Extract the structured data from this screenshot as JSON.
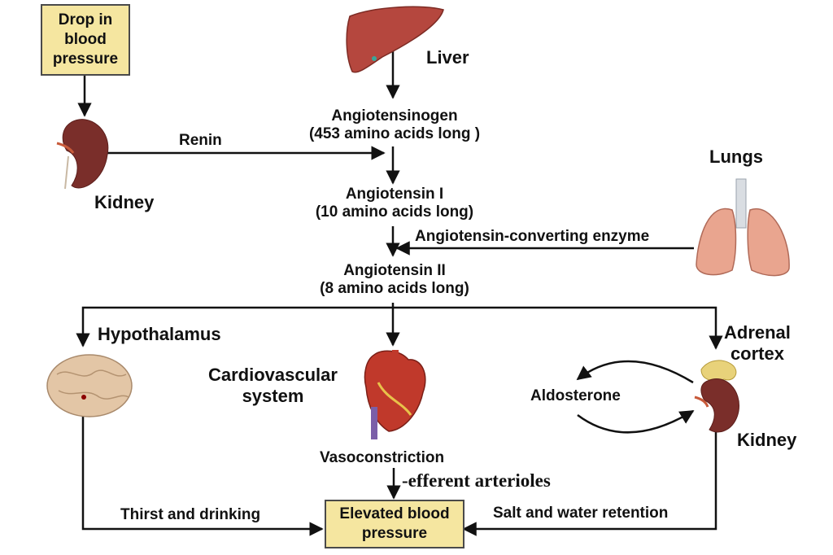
{
  "boxes": {
    "drop": [
      "Drop in",
      "blood",
      "pressure"
    ],
    "elevated": [
      "Elevated blood",
      "pressure"
    ]
  },
  "organs": {
    "liver": "Liver",
    "kidney_top": "Kidney",
    "lungs": "Lungs",
    "hypothalamus": "Hypothalamus",
    "cardiovascular": [
      "Cardiovascular",
      "system"
    ],
    "adrenal": [
      "Adrenal",
      "cortex"
    ],
    "kidney_bottom": "Kidney"
  },
  "molecules": {
    "angiotensinogen": [
      "Angiotensinogen",
      "(453 amino acids long )"
    ],
    "angiotensin1": [
      "Angiotensin I",
      "(10 amino acids long)"
    ],
    "angiotensin2": [
      "Angiotensin II",
      "(8 amino acids long)"
    ]
  },
  "processes": {
    "renin": "Renin",
    "ace": "Angiotensin-converting enzyme",
    "aldosterone": "Aldosterone",
    "vasoconstriction": "Vasoconstriction",
    "efferent": "-efferent arterioles",
    "thirst": "Thirst and drinking",
    "salt": "Salt and water retention"
  },
  "colors": {
    "box_fill": "#f5e6a0",
    "liver": "#b5473e",
    "kidney": "#7a2e2a",
    "lung": "#e9a58f",
    "brain": "#e3c6a6",
    "heart": "#c0392b",
    "adrenal": "#e8d27a"
  }
}
